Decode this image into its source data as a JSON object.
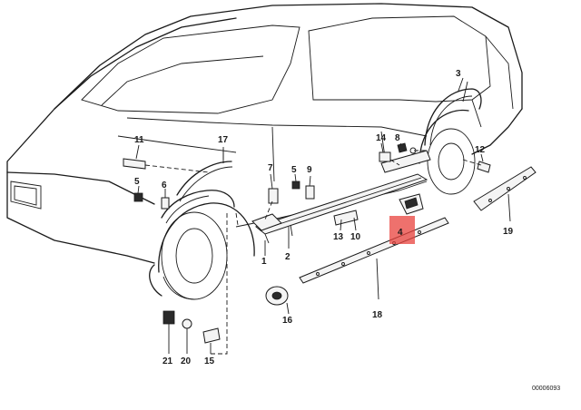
{
  "highlight_color": "#e8413c",
  "labels": {
    "p1": "1",
    "p2": "2",
    "p3": "3",
    "p4": "4",
    "p5": "5",
    "p6": "6",
    "p7": "7",
    "p8": "8",
    "p9": "9",
    "p10": "10",
    "p11": "11",
    "p12": "12",
    "p13": "13",
    "p14": "14",
    "p15": "15",
    "p16": "16",
    "p17": "17",
    "p18": "18",
    "p19": "19",
    "p20": "20",
    "p21": "21"
  },
  "reference_code": "00006093"
}
